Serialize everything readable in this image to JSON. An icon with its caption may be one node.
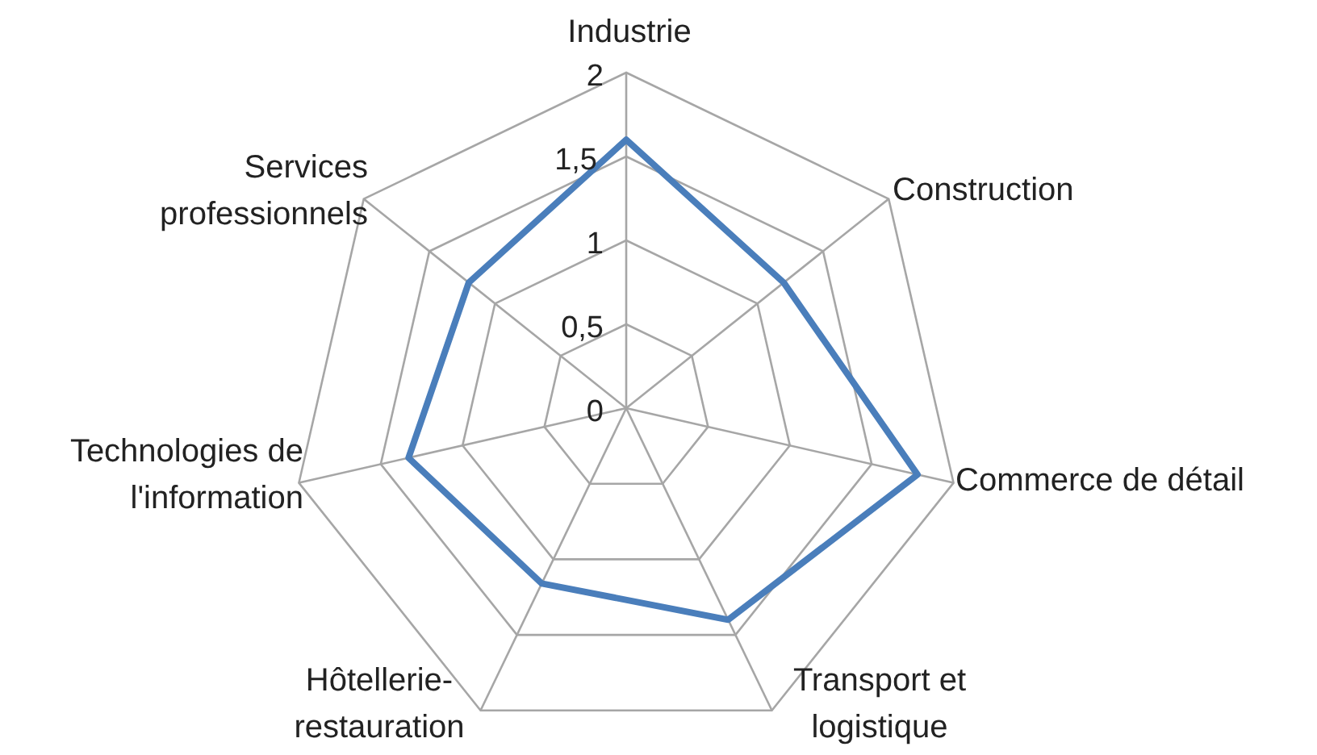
{
  "diagram": {
    "labels": [
      "Industrie",
      "2",
      "Services professionnels",
      "1,5",
      "Construction",
      "1",
      "0,5",
      "0",
      "Technologies de l'information",
      "Commerce de détail",
      "Hôtellerie-restauration",
      "Transport et logistique"
    ]
  }
}
